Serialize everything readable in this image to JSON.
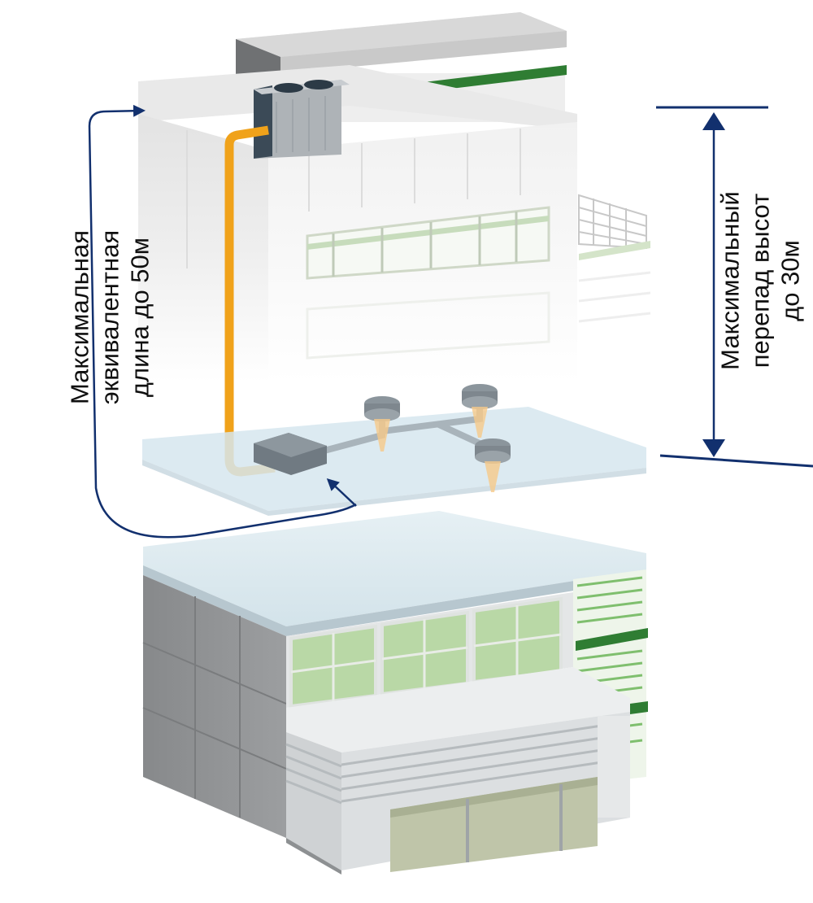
{
  "annotations": {
    "equivalent_length": {
      "line1": "Максимальная",
      "line2": "эквивалентная",
      "line3": "длина до 50м"
    },
    "height_difference": {
      "line1": "Максимальный",
      "line2": "перепад высот",
      "line3": "до 30м"
    }
  },
  "colors": {
    "arrow": "#12306e",
    "refrigerant_pipe": "#f0a21a",
    "green_trim": "#2f7d33",
    "glass_green": "#b9d8a6",
    "floor_slab": "#d6e6ee",
    "concrete_dark": "#8f9193"
  }
}
